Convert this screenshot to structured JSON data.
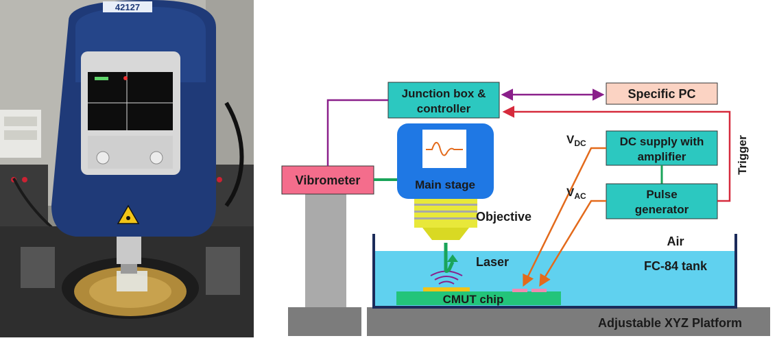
{
  "photo": {
    "serial_label": "42127"
  },
  "diagram": {
    "junction_box": {
      "line1": "Junction box &",
      "line2": "controller"
    },
    "specific_pc": "Specific PC",
    "dc_supply": {
      "line1": "DC supply with",
      "line2": "amplifier"
    },
    "pulse_generator": {
      "line1": "Pulse",
      "line2": "generator"
    },
    "vibrometer": "Vibrometer",
    "main_stage": "Main stage",
    "objective": "Objective",
    "trigger": "Trigger",
    "vdc": {
      "main": "V",
      "sub": "DC"
    },
    "vac": {
      "main": "V",
      "sub": "AC"
    },
    "air": "Air",
    "tank": "FC-84 tank",
    "laser": "Laser",
    "cmut_chip": "CMUT chip",
    "platform": "Adjustable XYZ Platform"
  },
  "colors": {
    "teal_box": "#2cc8c0",
    "pc_box": "#fbd3c3",
    "vibrometer_box": "#f46d8c",
    "main_stage": "#1f78e4",
    "tank_fluid": "#60d1ef",
    "chip": "#23c47a",
    "purple_line": "#8a1f8a",
    "red_line": "#d62a3c",
    "orange_line": "#e36a1b",
    "green_line": "#1aa45a",
    "objective_yellow": "#e8e83a",
    "platform_gray": "#7c7c7c"
  }
}
